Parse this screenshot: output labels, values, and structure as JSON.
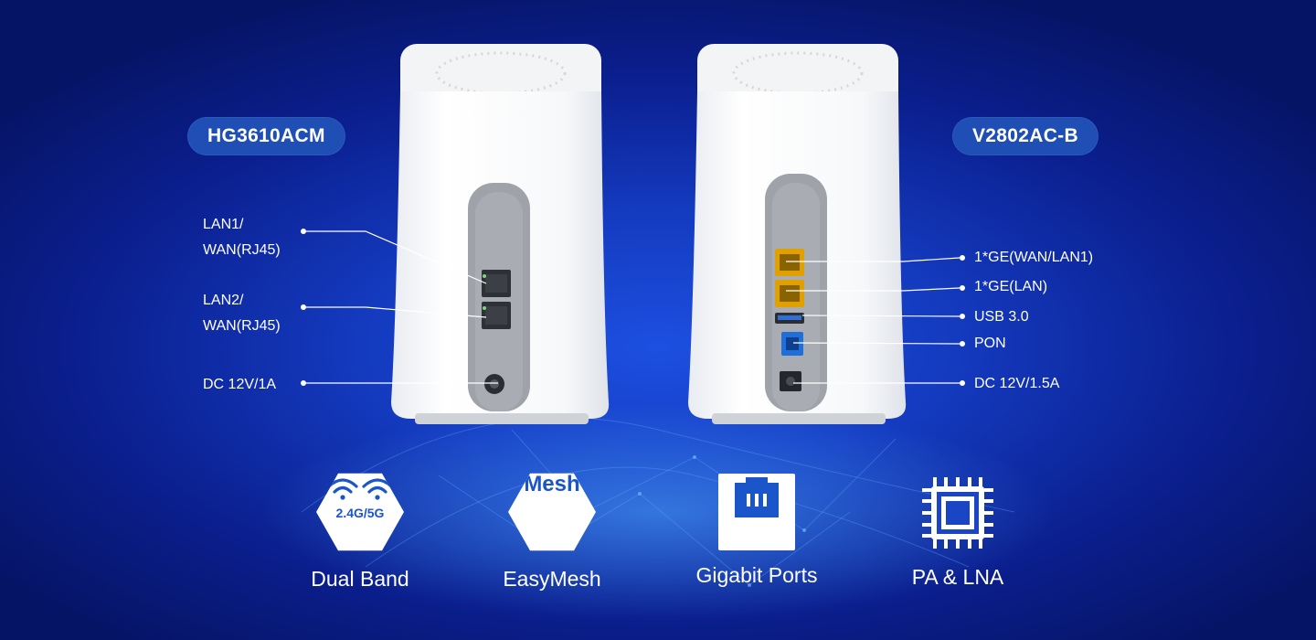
{
  "models": {
    "left": "HG3610ACM",
    "right": "V2802AC-B"
  },
  "left_ports": {
    "lan1_line1": "LAN1/",
    "lan1_line2": "WAN(RJ45)",
    "lan2_line1": "LAN2/",
    "lan2_line2": "WAN(RJ45)",
    "dc": "DC 12V/1A"
  },
  "right_ports": {
    "ge_wan": "1*GE(WAN/LAN1)",
    "ge_lan": "1*GE(LAN)",
    "usb": "USB 3.0",
    "pon": "PON",
    "dc": "DC 12V/1.5A"
  },
  "features": [
    {
      "icon": "wifi-dual-band-icon",
      "badge": "2.4G/5G",
      "label": "Dual Band"
    },
    {
      "icon": "mesh-icon",
      "badge": "Mesh",
      "label": "EasyMesh"
    },
    {
      "icon": "ethernet-port-icon",
      "label": "Gigabit Ports"
    },
    {
      "icon": "chip-icon",
      "label": "PA & LNA"
    }
  ],
  "colors": {
    "background": "#143bc0",
    "pill": "#1f4fb5",
    "icon_blue": "#1a56c9",
    "port_yellow": "#e0a100",
    "port_blue": "#1e6fd9"
  }
}
